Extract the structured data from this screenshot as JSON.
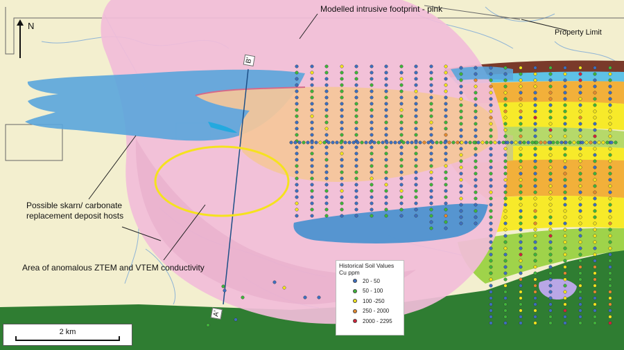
{
  "labels": {
    "intrusive": "Modelled intrusive footprint -  pink",
    "property_limit": "Property Limit",
    "skarn_line1": "Possible skarn/ carbonate",
    "skarn_line2": "replacement deposit hosts",
    "ztem": "Area of anomalous ZTEM and VTEM conductivity",
    "north": "N",
    "section_start": "A'",
    "section_end": "B'"
  },
  "scale_bar": {
    "label": "2 km"
  },
  "legend": {
    "title_line1": "Historical Soil Values",
    "title_line2": "Cu ppm",
    "items": [
      {
        "range": "20 - 50",
        "color": "#3d6fbf"
      },
      {
        "range": "50 - 100",
        "color": "#3fb53a"
      },
      {
        "range": "100 -250",
        "color": "#f2e41c"
      },
      {
        "range": "250 - 2000",
        "color": "#e58a2e"
      },
      {
        "range": "2000 - 2295",
        "color": "#d0243a"
      }
    ]
  },
  "colors": {
    "background": "#f3efcf",
    "intrusive_pink": "#f2bdd9",
    "carbonate_blue": "#5aa5dc",
    "green_unit": "#2f7d32",
    "lightgreen_unit": "#9fd34a",
    "yellow_unit": "#f7ea2a",
    "orange_unit": "#f2b03a",
    "salmon_unit": "#f5c79a",
    "brown_unit": "#7a3a2a",
    "anomaly_ellipse": "#f5e21e",
    "section_line": "#1d4f86"
  }
}
